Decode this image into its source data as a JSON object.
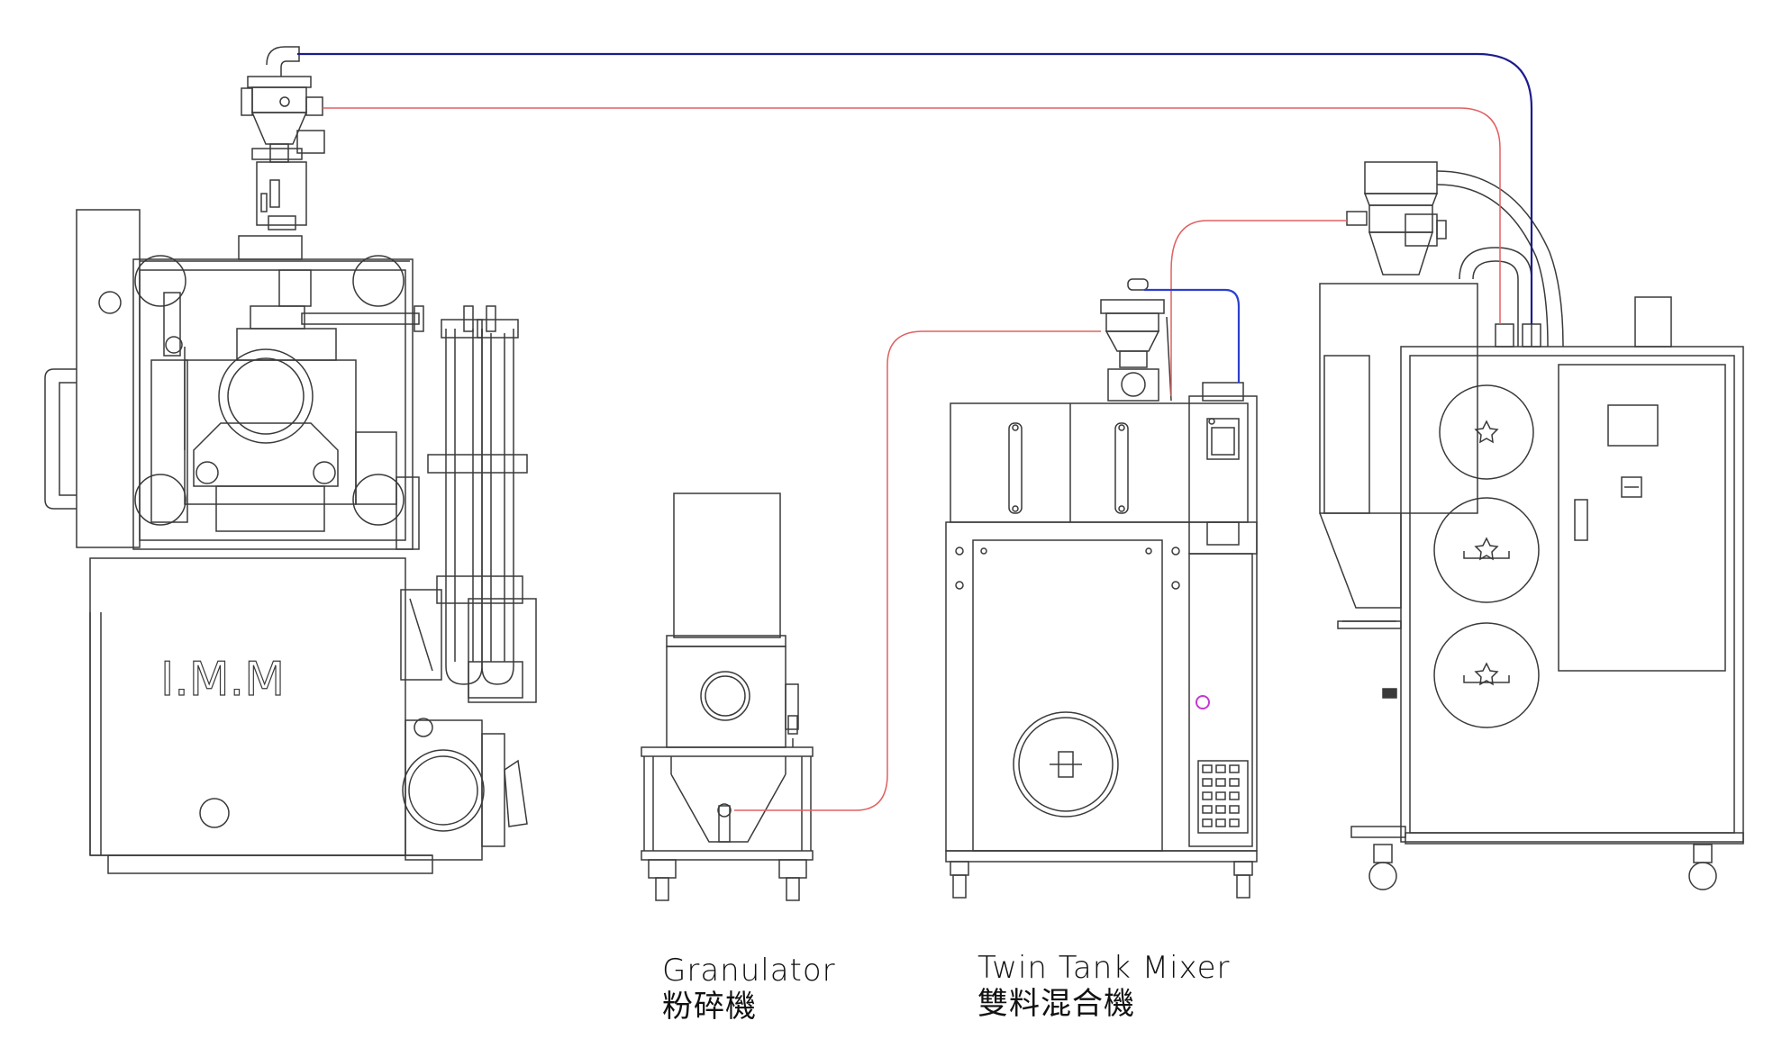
{
  "labels": {
    "imm": "I.M.M",
    "granulator_en": "Granulator",
    "granulator_zh": "粉碎機",
    "mixer_en": "Twin Tank Mixer",
    "mixer_zh": "雙料混合機"
  },
  "colors": {
    "line": "#3a3a3a",
    "vacuum_line": "#1c1c8c",
    "material_line": "#e06060",
    "mixer_blue_line": "#2b3fd0",
    "indicator": "#c23ad0"
  }
}
